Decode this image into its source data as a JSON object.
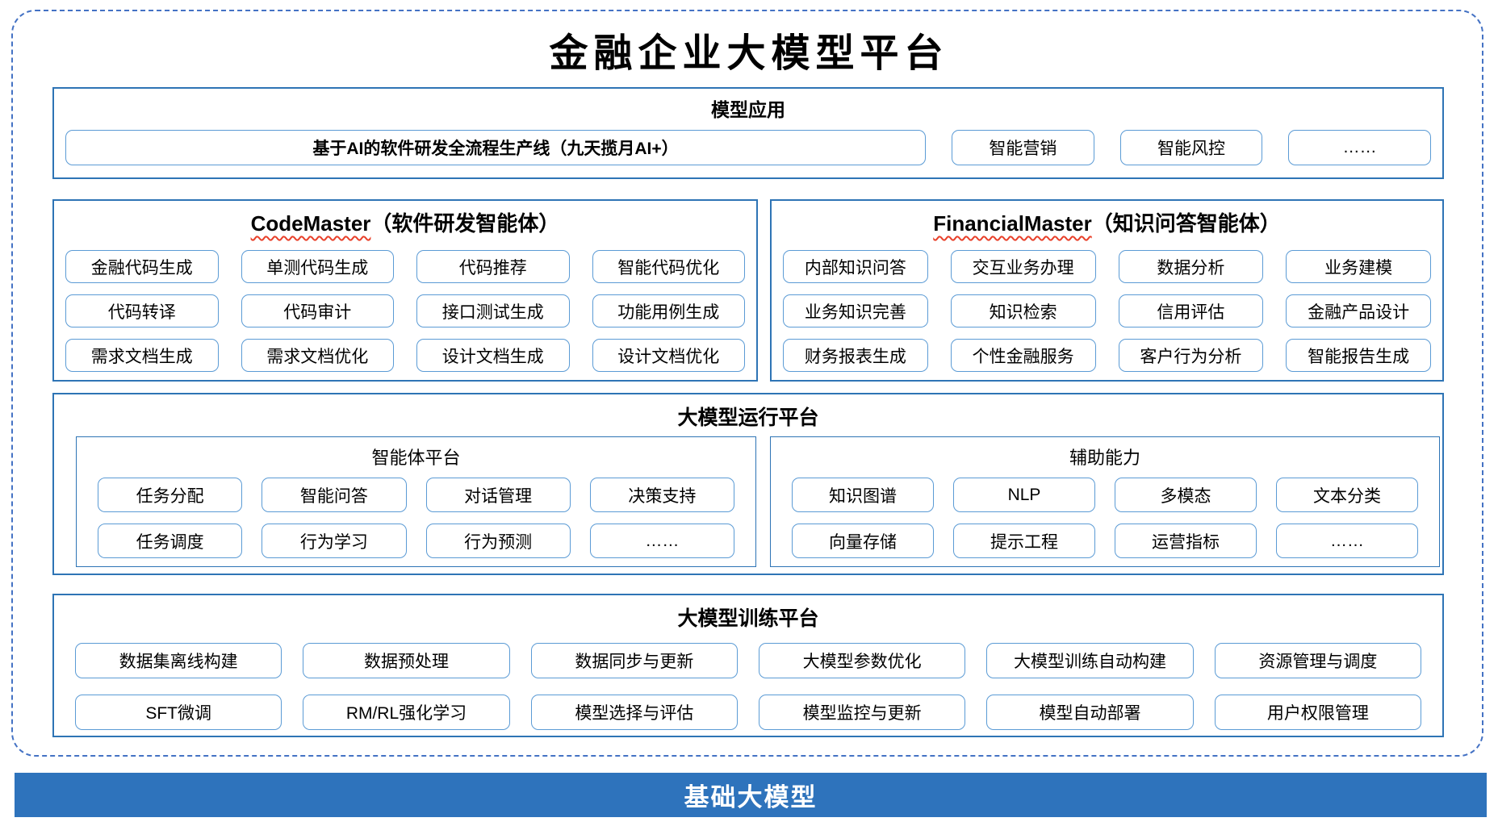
{
  "title": "金融企业大模型平台",
  "colors": {
    "outer_dashed_border": "#4472C4",
    "section_border": "#2E74B5",
    "item_border": "#5B9BD5",
    "foundation_bar_bg": "#2E73BC",
    "foundation_bar_text": "#FFFFFF",
    "spellcheck_squiggle": "#E8402A"
  },
  "applications": {
    "header": "模型应用",
    "main_item": "基于AI的软件研发全流程生产线（九天揽月AI+）",
    "items": [
      "智能营销",
      "智能风控",
      "……"
    ]
  },
  "code_master": {
    "title_en": "CodeMaster",
    "title_cn": "（软件研发智能体）",
    "items": [
      "金融代码生成",
      "单测代码生成",
      "代码推荐",
      "智能代码优化",
      "代码转译",
      "代码审计",
      "接口测试生成",
      "功能用例生成",
      "需求文档生成",
      "需求文档优化",
      "设计文档生成",
      "设计文档优化"
    ]
  },
  "financial_master": {
    "title_en": "FinancialMaster",
    "title_cn": "（知识问答智能体）",
    "items": [
      "内部知识问答",
      "交互业务办理",
      "数据分析",
      "业务建模",
      "业务知识完善",
      "知识检索",
      "信用评估",
      "金融产品设计",
      "财务报表生成",
      "个性金融服务",
      "客户行为分析",
      "智能报告生成"
    ]
  },
  "runtime": {
    "header": "大模型运行平台",
    "agent_platform": {
      "header": "智能体平台",
      "items": [
        "任务分配",
        "智能问答",
        "对话管理",
        "决策支持",
        "任务调度",
        "行为学习",
        "行为预测",
        "……"
      ]
    },
    "auxiliary": {
      "header": "辅助能力",
      "items": [
        "知识图谱",
        "NLP",
        "多模态",
        "文本分类",
        "向量存储",
        "提示工程",
        "运营指标",
        "……"
      ]
    }
  },
  "training": {
    "header": "大模型训练平台",
    "items": [
      "数据集离线构建",
      "数据预处理",
      "数据同步与更新",
      "大模型参数优化",
      "大模型训练自动构建",
      "资源管理与调度",
      "SFT微调",
      "RM/RL强化学习",
      "模型选择与评估",
      "模型监控与更新",
      "模型自动部署",
      "用户权限管理"
    ]
  },
  "foundation": {
    "label": "基础大模型"
  }
}
